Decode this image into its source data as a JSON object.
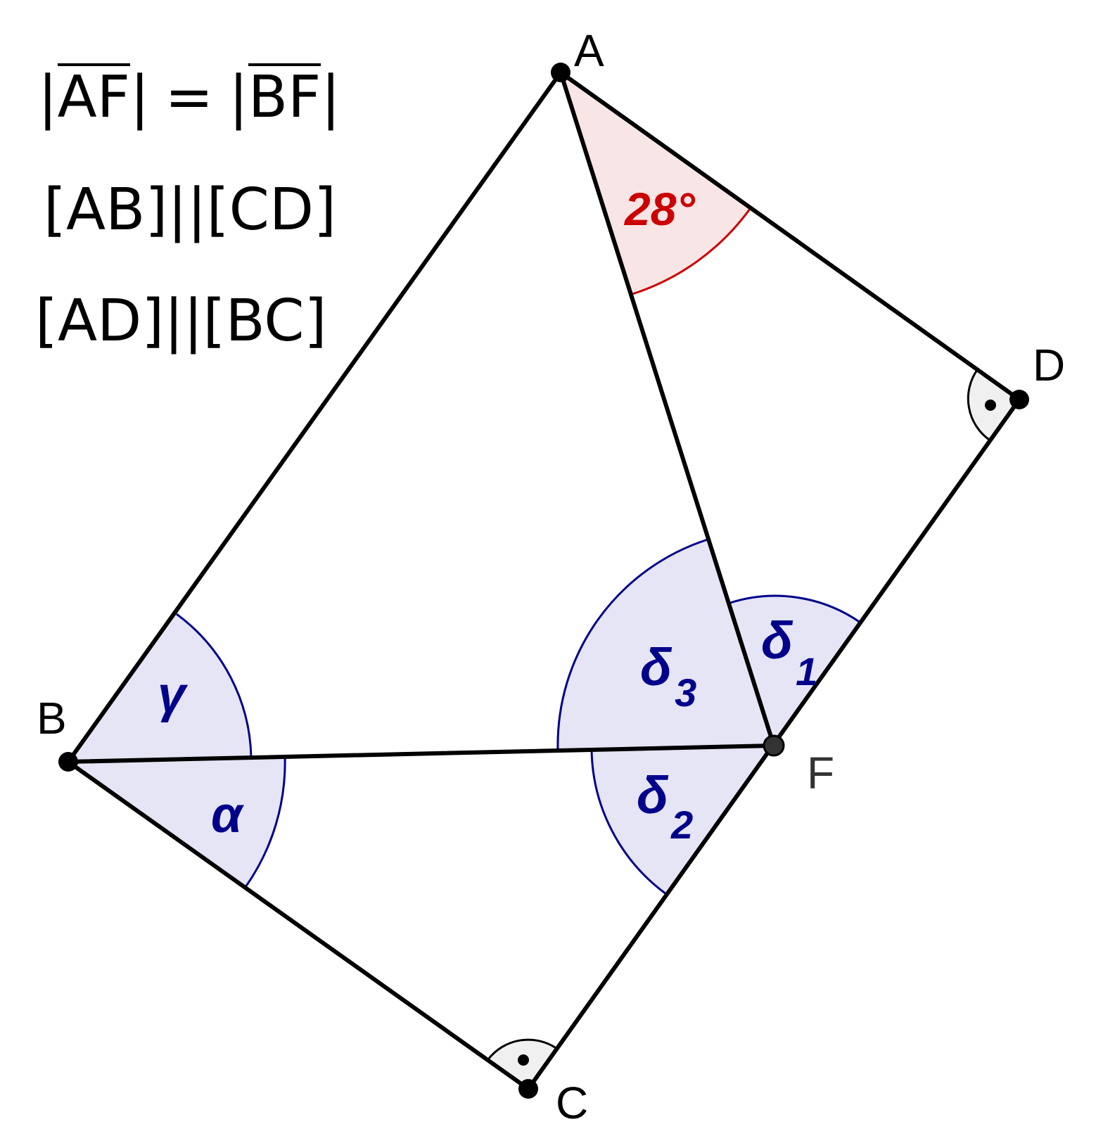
{
  "conditions": {
    "line1": {
      "left_segment": "AF",
      "relation": "=",
      "right_segment": "BF"
    },
    "line2": "[AB]||[CD]",
    "line3": "[AD]||[BC]"
  },
  "points": {
    "A": "A",
    "B": "B",
    "C": "C",
    "D": "D",
    "F": "F"
  },
  "angles": {
    "given": "28°",
    "alpha": "α",
    "gamma": "γ",
    "delta1": {
      "symbol": "δ",
      "index": "1"
    },
    "delta2": {
      "symbol": "δ",
      "index": "2"
    },
    "delta3": {
      "symbol": "δ",
      "index": "3"
    }
  },
  "colors": {
    "stroke": "#000000",
    "angle_fill": "#e5e5f5",
    "angle_arc": "#00008b",
    "angle_label": "#00008b",
    "given_fill": "#f8e5e5",
    "given_arc": "#cc0000",
    "given_label": "#cc0000",
    "right_angle_fill": "#f0f0f0",
    "point_F": "#333333"
  }
}
